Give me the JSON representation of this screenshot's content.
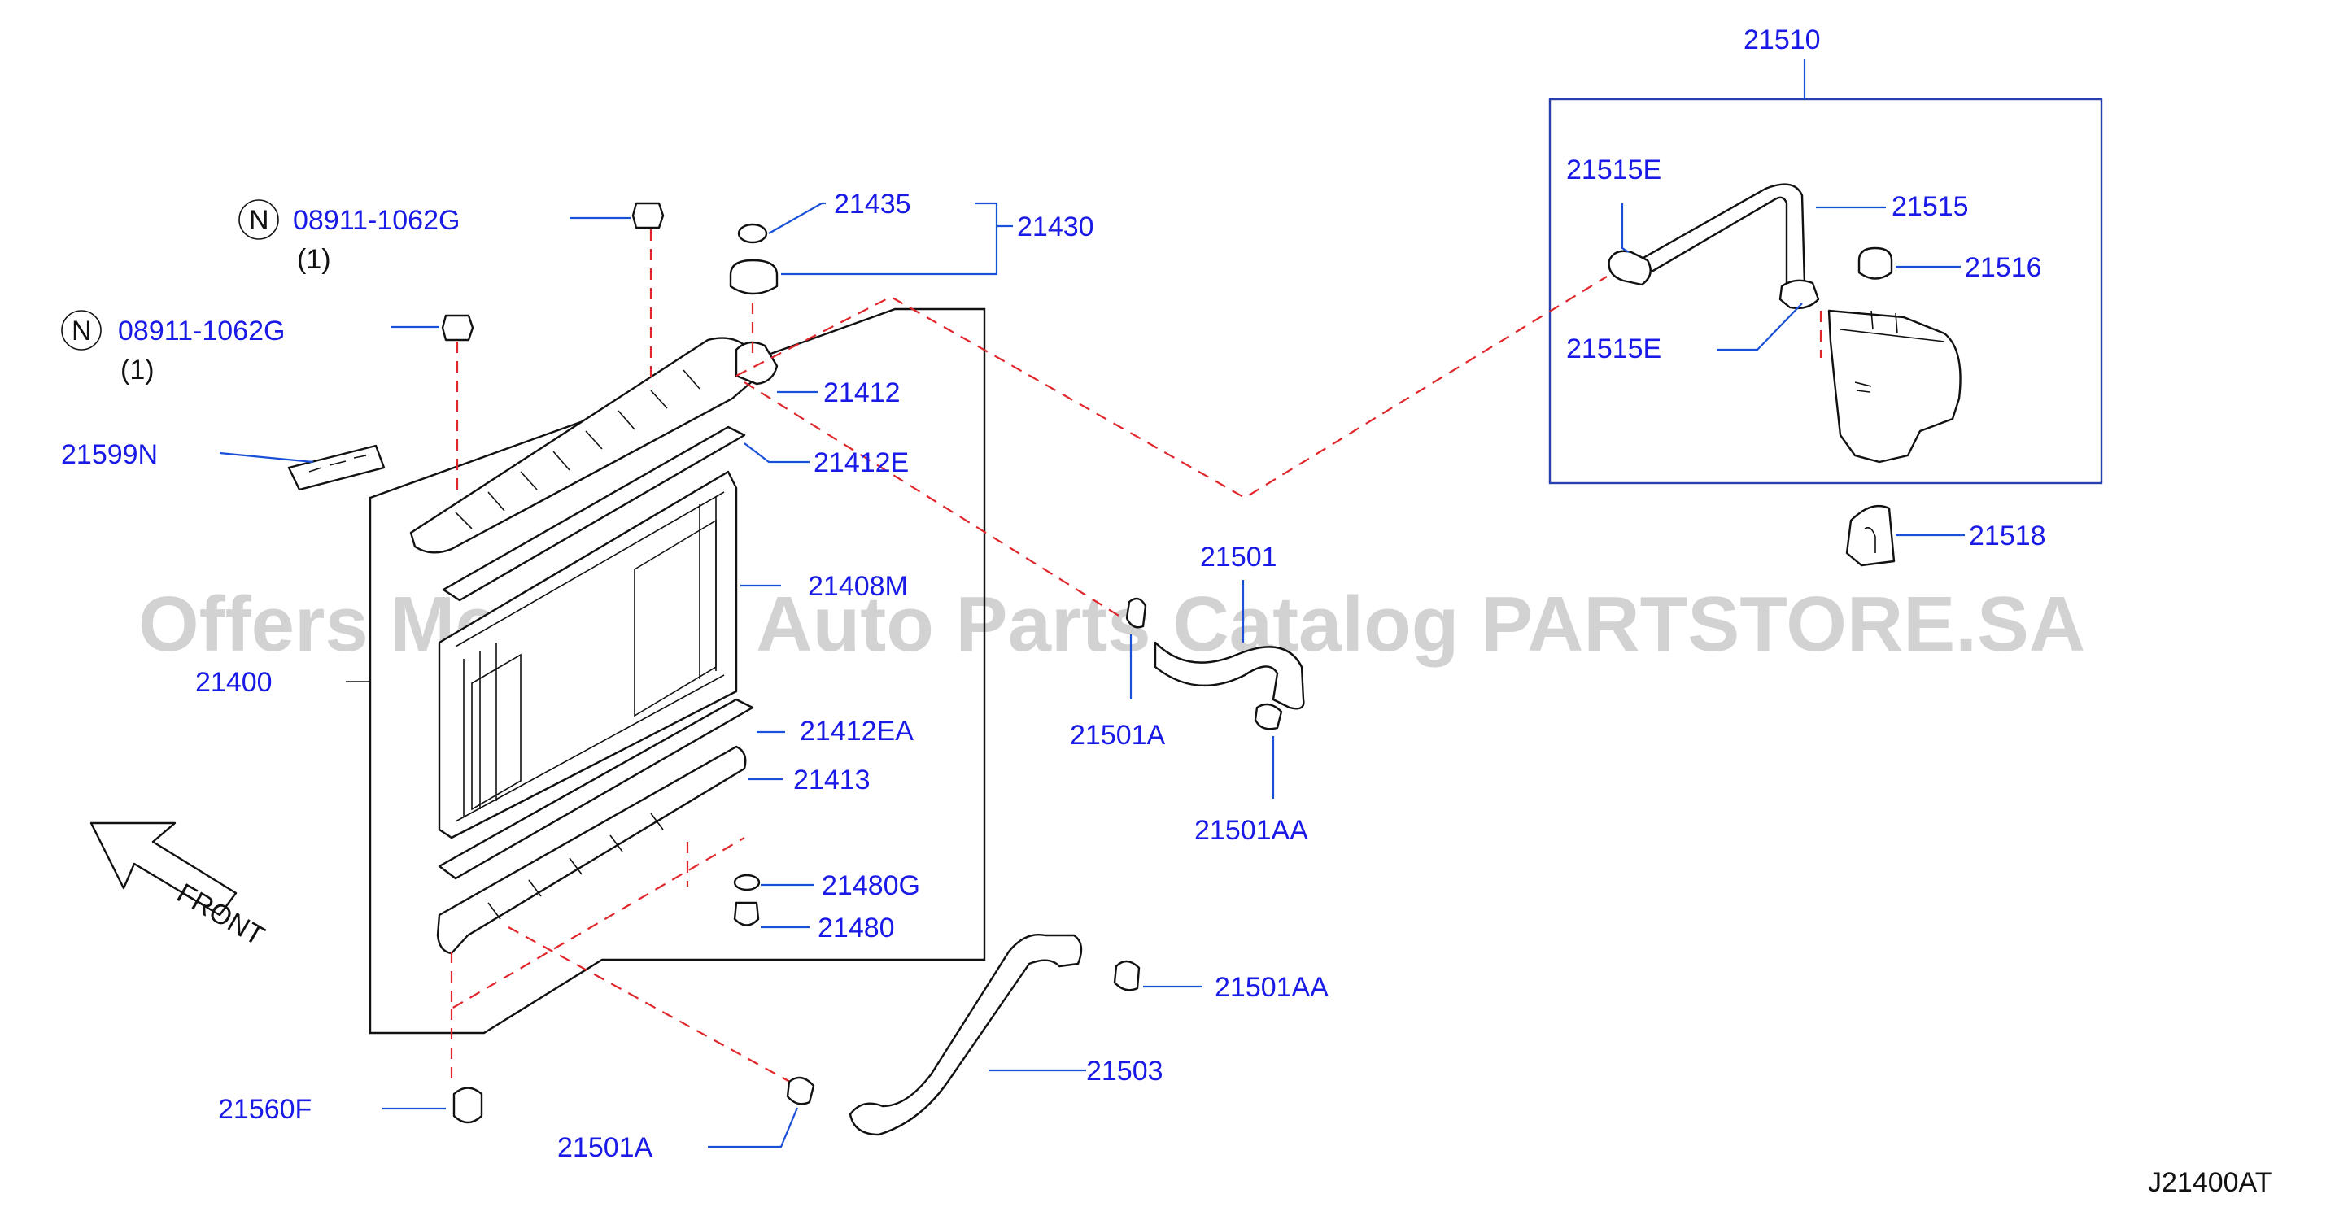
{
  "watermark": "Offers Merchant Auto Parts Catalog PARTSTORE.SA",
  "drawing_code": "J21400AT",
  "front_label": "FRONT",
  "n_symbol": "N",
  "labels": {
    "p21510": "21510",
    "p21515E_top": "21515E",
    "p21515": "21515",
    "p21516": "21516",
    "p21515E_bottom": "21515E",
    "p21518": "21518",
    "p21435": "21435",
    "p21430": "21430",
    "p08911_a": "08911-1062G",
    "qty_a": "(1)",
    "p08911_b": "08911-1062G",
    "qty_b": "(1)",
    "p21412": "21412",
    "p21599N": "21599N",
    "p21412E": "21412E",
    "p21408M": "21408M",
    "p21400": "21400",
    "p21412EA": "21412EA",
    "p21413": "21413",
    "p21480G": "21480G",
    "p21480": "21480",
    "p21560F": "21560F",
    "p21501": "21501",
    "p21501A_mid": "21501A",
    "p21501AA_mid": "21501AA",
    "p21501AA_low": "21501AA",
    "p21503": "21503",
    "p21501A_low": "21501A"
  }
}
